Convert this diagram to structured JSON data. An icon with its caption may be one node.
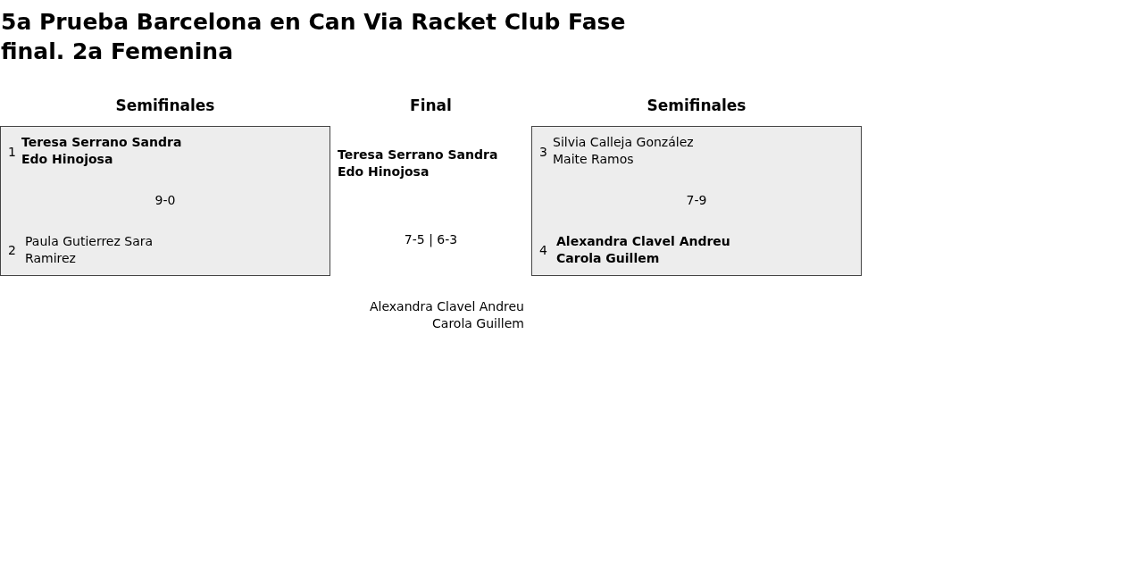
{
  "diagram": {
    "title": "5a Prueba Barcelona en Can Via Racket Club Fase final. 2a Femenina",
    "nodes": [
      {
        "text": [
          "1",
          "Teresa Serrano Sandra Edo Hinojosa",
          "9-0",
          "2",
          "Paula Gutierrez Sara Ramirez"
        ]
      },
      {
        "text": [
          "3",
          "Silvia Calleja González Maite Ramos",
          "7-9",
          "4",
          "Alexandra Clavel Andreu Carola Guillem"
        ]
      }
    ],
    "labels": [
      "Semifinales",
      "Final",
      "Semifinales",
      "Teresa Serrano Sandra Edo Hinojosa",
      "7-5 | 6-3",
      "Alexandra Clavel Andreu Carola Guillem"
    ]
  }
}
